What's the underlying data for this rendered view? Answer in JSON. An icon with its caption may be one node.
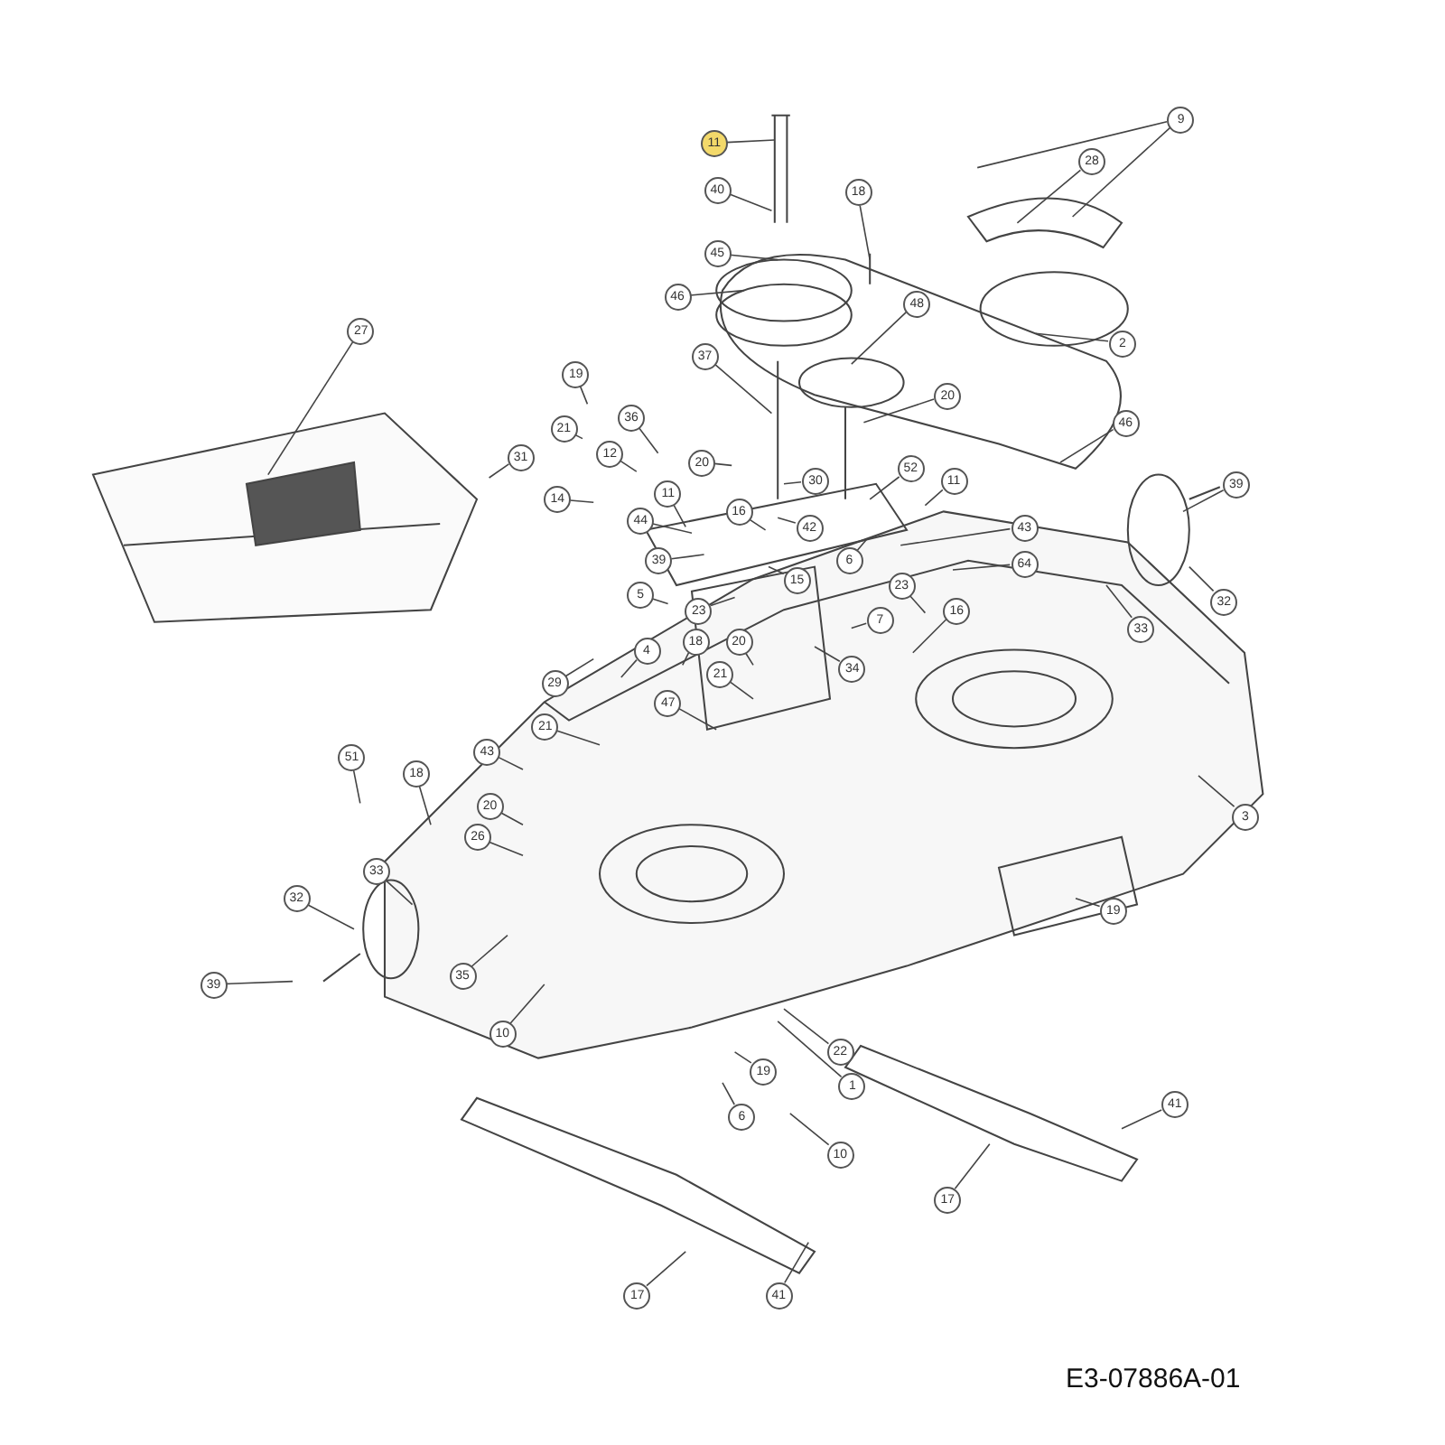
{
  "diagram": {
    "nodes": [
      {
        "text": [
          "11"
        ]
      },
      {
        "text": [
          "9"
        ]
      },
      {
        "text": [
          "28"
        ]
      },
      {
        "text": [
          "40"
        ]
      },
      {
        "text": [
          "18"
        ]
      },
      {
        "text": [
          "45"
        ]
      },
      {
        "text": [
          "46"
        ]
      },
      {
        "text": [
          "48"
        ]
      },
      {
        "text": [
          "27"
        ]
      },
      {
        "text": [
          "2"
        ]
      },
      {
        "text": [
          "37"
        ]
      },
      {
        "text": [
          "19"
        ]
      },
      {
        "text": [
          "20"
        ]
      },
      {
        "text": [
          "36"
        ]
      },
      {
        "text": [
          "46"
        ]
      },
      {
        "text": [
          "21"
        ]
      },
      {
        "text": [
          "12"
        ]
      },
      {
        "text": [
          "31"
        ]
      },
      {
        "text": [
          "52"
        ]
      },
      {
        "text": [
          "20"
        ]
      },
      {
        "text": [
          "30"
        ]
      },
      {
        "text": [
          "11"
        ]
      },
      {
        "text": [
          "39"
        ]
      },
      {
        "text": [
          "11"
        ]
      },
      {
        "text": [
          "14"
        ]
      },
      {
        "text": [
          "16"
        ]
      },
      {
        "text": [
          "44"
        ]
      },
      {
        "text": [
          "42"
        ]
      },
      {
        "text": [
          "43"
        ]
      },
      {
        "text": [
          "39"
        ]
      },
      {
        "text": [
          "6"
        ]
      },
      {
        "text": [
          "64"
        ]
      },
      {
        "text": [
          "15"
        ]
      },
      {
        "text": [
          "23"
        ]
      },
      {
        "text": [
          "5"
        ]
      },
      {
        "text": [
          "32"
        ]
      },
      {
        "text": [
          "23"
        ]
      },
      {
        "text": [
          "16"
        ]
      },
      {
        "text": [
          "7"
        ]
      },
      {
        "text": [
          "33"
        ]
      },
      {
        "text": [
          "18"
        ]
      },
      {
        "text": [
          "20"
        ]
      },
      {
        "text": [
          "4"
        ]
      },
      {
        "text": [
          "34"
        ]
      },
      {
        "text": [
          "21"
        ]
      },
      {
        "text": [
          "29"
        ]
      },
      {
        "text": [
          "47"
        ]
      },
      {
        "text": [
          "21"
        ]
      },
      {
        "text": [
          "43"
        ]
      },
      {
        "text": [
          "51"
        ]
      },
      {
        "text": [
          "18"
        ]
      },
      {
        "text": [
          "20"
        ]
      },
      {
        "text": [
          "3"
        ]
      },
      {
        "text": [
          "26"
        ]
      },
      {
        "text": [
          "33"
        ]
      },
      {
        "text": [
          "32"
        ]
      },
      {
        "text": [
          "19"
        ]
      },
      {
        "text": [
          "35"
        ]
      },
      {
        "text": [
          "39"
        ]
      },
      {
        "text": [
          "10"
        ]
      },
      {
        "text": [
          "22"
        ]
      },
      {
        "text": [
          "19"
        ]
      },
      {
        "text": [
          "1"
        ]
      },
      {
        "text": [
          "41"
        ]
      },
      {
        "text": [
          "6"
        ]
      },
      {
        "text": [
          "10"
        ]
      },
      {
        "text": [
          "17"
        ]
      },
      {
        "text": [
          "41"
        ]
      },
      {
        "text": [
          "17"
        ]
      }
    ],
    "edges": [
      {
        "from": 0,
        "to": null,
        "arrow": "none"
      },
      {
        "from": 1,
        "to": null,
        "arrow": "none"
      },
      {
        "from": 1,
        "to": null,
        "arrow": "none"
      },
      {
        "from": 2,
        "to": null,
        "arrow": "none"
      },
      {
        "from": 3,
        "to": null,
        "arrow": "none"
      },
      {
        "from": 4,
        "to": null,
        "arrow": "none"
      },
      {
        "from": 5,
        "to": null,
        "arrow": "none"
      },
      {
        "from": 6,
        "to": null,
        "arrow": "none"
      },
      {
        "from": 7,
        "to": null,
        "arrow": "none"
      },
      {
        "from": 8,
        "to": null,
        "arrow": "none"
      },
      {
        "from": 9,
        "to": null,
        "arrow": "none"
      },
      {
        "from": 10,
        "to": null,
        "arrow": "none"
      },
      {
        "from": 11,
        "to": null,
        "arrow": "none"
      },
      {
        "from": 12,
        "to": null,
        "arrow": "none"
      },
      {
        "from": 13,
        "to": null,
        "arrow": "none"
      },
      {
        "from": 14,
        "to": null,
        "arrow": "none"
      },
      {
        "from": 15,
        "to": null,
        "arrow": "none"
      },
      {
        "from": 16,
        "to": null,
        "arrow": "none"
      },
      {
        "from": 17,
        "to": null,
        "arrow": "none"
      },
      {
        "from": 18,
        "to": null,
        "arrow": "none"
      },
      {
        "from": 19,
        "to": null,
        "arrow": "none"
      },
      {
        "from": 20,
        "to": null,
        "arrow": "none"
      },
      {
        "from": 21,
        "to": null,
        "arrow": "none"
      },
      {
        "from": 22,
        "to": null,
        "arrow": "none"
      },
      {
        "from": 23,
        "to": null,
        "arrow": "none"
      },
      {
        "from": 24,
        "to": null,
        "arrow": "none"
      },
      {
        "from": 25,
        "to": null,
        "arrow": "none"
      },
      {
        "from": 26,
        "to": null,
        "arrow": "none"
      },
      {
        "from": 27,
        "to": null,
        "arrow": "none"
      },
      {
        "from": 28,
        "to": null,
        "arrow": "none"
      },
      {
        "from": 29,
        "to": null,
        "arrow": "none"
      },
      {
        "from": 30,
        "to": null,
        "arrow": "none"
      },
      {
        "from": 31,
        "to": null,
        "arrow": "none"
      },
      {
        "from": 32,
        "to": null,
        "arrow": "none"
      },
      {
        "from": 33,
        "to": null,
        "arrow": "none"
      },
      {
        "from": 34,
        "to": null,
        "arrow": "none"
      },
      {
        "from": 35,
        "to": null,
        "arrow": "none"
      },
      {
        "from": 36,
        "to": null,
        "arrow": "none"
      },
      {
        "from": 37,
        "to": null,
        "arrow": "none"
      },
      {
        "from": 38,
        "to": null,
        "arrow": "none"
      },
      {
        "from": 39,
        "to": null,
        "arrow": "none"
      },
      {
        "from": 40,
        "to": null,
        "arrow": "none"
      },
      {
        "from": 41,
        "to": null,
        "arrow": "none"
      },
      {
        "from": 42,
        "to": null,
        "arrow": "none"
      },
      {
        "from": 43,
        "to": null,
        "arrow": "none"
      },
      {
        "from": 44,
        "to": null,
        "arrow": "none"
      },
      {
        "from": 45,
        "to": null,
        "arrow": "none"
      },
      {
        "from": 46,
        "to": null,
        "arrow": "none"
      },
      {
        "from": 47,
        "to": null,
        "arrow": "none"
      },
      {
        "from": 48,
        "to": null,
        "arrow": "none"
      },
      {
        "from": 49,
        "to": null,
        "arrow": "none"
      },
      {
        "from": 50,
        "to": null,
        "arrow": "none"
      },
      {
        "from": 51,
        "to": null,
        "arrow": "none"
      },
      {
        "from": 52,
        "to": null,
        "arrow": "none"
      },
      {
        "from": 53,
        "to": null,
        "arrow": "none"
      },
      {
        "from": 54,
        "to": null,
        "arrow": "none"
      },
      {
        "from": 55,
        "to": null,
        "arrow": "none"
      },
      {
        "from": 56,
        "to": null,
        "arrow": "none"
      },
      {
        "from": 57,
        "to": null,
        "arrow": "none"
      },
      {
        "from": 58,
        "to": null,
        "arrow": "none"
      },
      {
        "from": 59,
        "to": null,
        "arrow": "none"
      },
      {
        "from": 60,
        "to": null,
        "arrow": "none"
      },
      {
        "from": 61,
        "to": null,
        "arrow": "none"
      },
      {
        "from": 62,
        "to": null,
        "arrow": "none"
      },
      {
        "from": 63,
        "to": null,
        "arrow": "none"
      },
      {
        "from": 64,
        "to": null,
        "arrow": "none"
      },
      {
        "from": 65,
        "to": null,
        "arrow": "none"
      },
      {
        "from": 66,
        "to": null,
        "arrow": "none"
      },
      {
        "from": 67,
        "to": null,
        "arrow": "none"
      },
      {
        "from": 68,
        "to": null,
        "arrow": "none"
      }
    ],
    "labels": [
      "E3-07886A-01"
    ]
  }
}
